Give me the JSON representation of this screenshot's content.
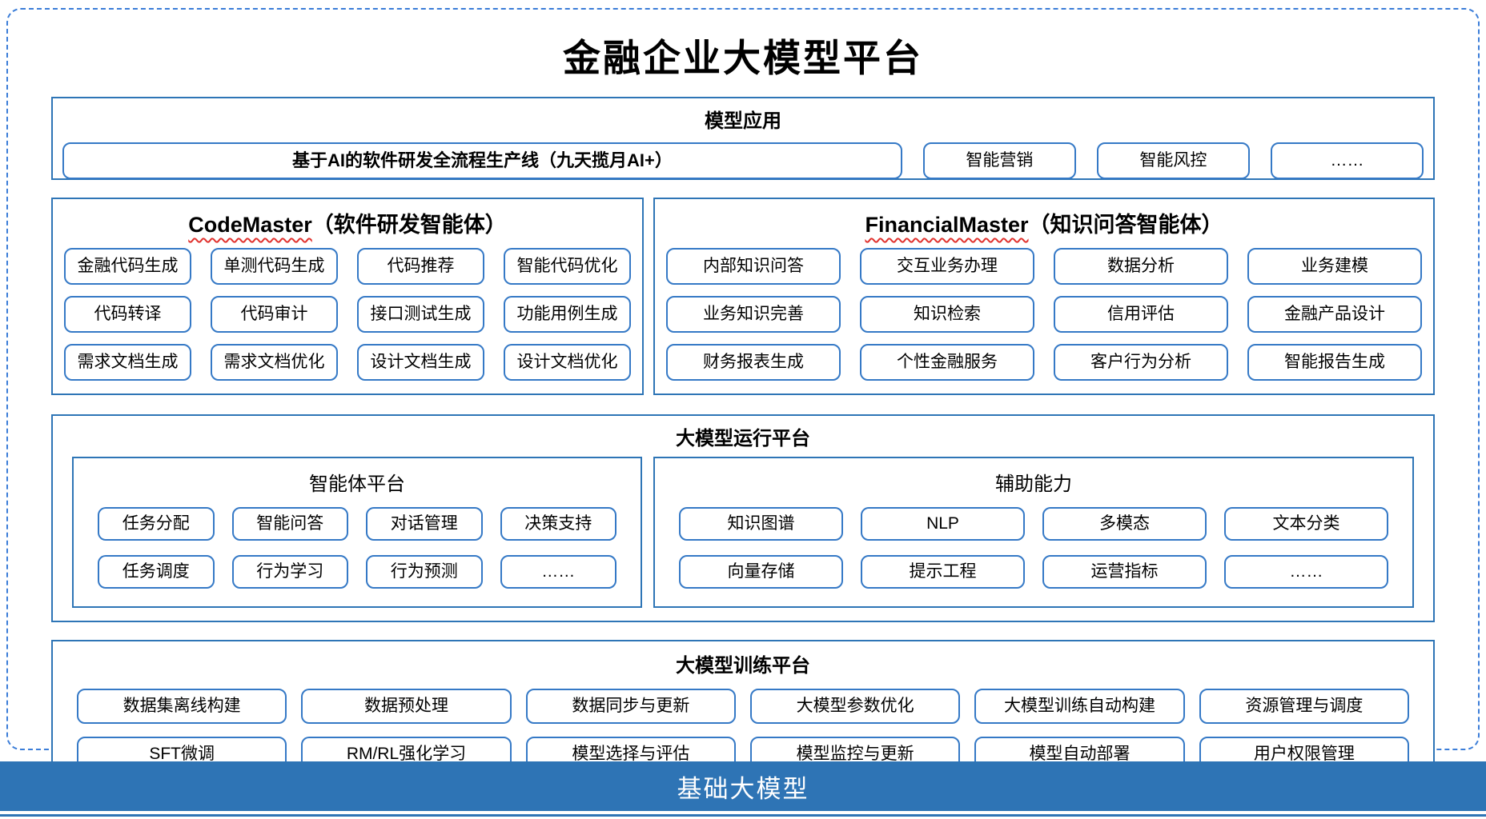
{
  "title": "金融企业大模型平台",
  "colors": {
    "accent_blue": "#2e75b6",
    "dashed_border": "#3b7dd8",
    "squiggle_red": "#e0312d",
    "bar_background": "#2e74b5",
    "bar_text": "#ffffff"
  },
  "model_apps": {
    "header": "模型应用",
    "main_button": "基于AI的软件研发全流程生产线（九天揽月AI+）",
    "buttons": [
      "智能营销",
      "智能风控",
      "……"
    ]
  },
  "agents": [
    {
      "name_en": "CodeMaster",
      "name_cn": "（软件研发智能体）",
      "items": [
        "金融代码生成",
        "单测代码生成",
        "代码推荐",
        "智能代码优化",
        "代码转译",
        "代码审计",
        "接口测试生成",
        "功能用例生成",
        "需求文档生成",
        "需求文档优化",
        "设计文档生成",
        "设计文档优化"
      ]
    },
    {
      "name_en": "FinancialMaster",
      "name_cn": "（知识问答智能体）",
      "items": [
        "内部知识问答",
        "交互业务办理",
        "数据分析",
        "业务建模",
        "业务知识完善",
        "知识检索",
        "信用评估",
        "金融产品设计",
        "财务报表生成",
        "个性金融服务",
        "客户行为分析",
        "智能报告生成"
      ]
    }
  ],
  "runtime_platform": {
    "header": "大模型运行平台",
    "groups": [
      {
        "title": "智能体平台",
        "items": [
          "任务分配",
          "智能问答",
          "对话管理",
          "决策支持",
          "任务调度",
          "行为学习",
          "行为预测",
          "……"
        ]
      },
      {
        "title": "辅助能力",
        "items": [
          "知识图谱",
          "NLP",
          "多模态",
          "文本分类",
          "向量存储",
          "提示工程",
          "运营指标",
          "……"
        ]
      }
    ]
  },
  "training_platform": {
    "header": "大模型训练平台",
    "items": [
      "数据集离线构建",
      "数据预处理",
      "数据同步与更新",
      "大模型参数优化",
      "大模型训练自动构建",
      "资源管理与调度",
      "SFT微调",
      "RM/RL强化学习",
      "模型选择与评估",
      "模型监控与更新",
      "模型自动部署",
      "用户权限管理"
    ]
  },
  "foundation_bar": {
    "label": "基础大模型"
  }
}
